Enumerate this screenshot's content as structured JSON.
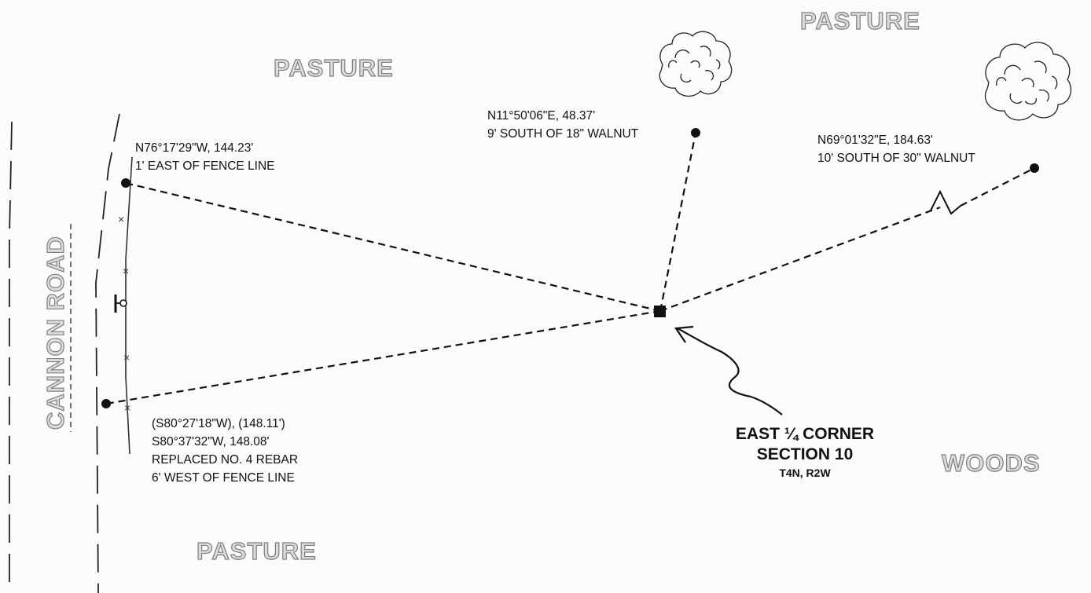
{
  "areas": {
    "pasture_top_left": "PASTURE",
    "pasture_top_right": "PASTURE",
    "pasture_bottom": "PASTURE",
    "woods": "WOODS",
    "road": "CANNON ROAD"
  },
  "ties": {
    "walnut18": {
      "bearing": "N11°50'06\"E, 48.37'",
      "note": "9' SOUTH OF 18\" WALNUT"
    },
    "walnut30": {
      "bearing": "N69°01'32\"E, 184.63'",
      "note": "10'  SOUTH OF 30\" WALNUT"
    },
    "fence_east": {
      "bearing": "N76°17'29\"W, 144.23'",
      "note": "1' EAST OF FENCE LINE"
    },
    "rebar": {
      "record": "(S80°27'18\"W), (148.11')",
      "bearing": "S80°37'32\"W, 148.08'",
      "note1": "REPLACED NO. 4 REBAR",
      "note2": "6' WEST OF FENCE LINE"
    }
  },
  "corner": {
    "title1": "EAST ¼ CORNER",
    "title2": "SECTION 10",
    "sub": "T4N, R2W"
  },
  "fence_mark": "×"
}
